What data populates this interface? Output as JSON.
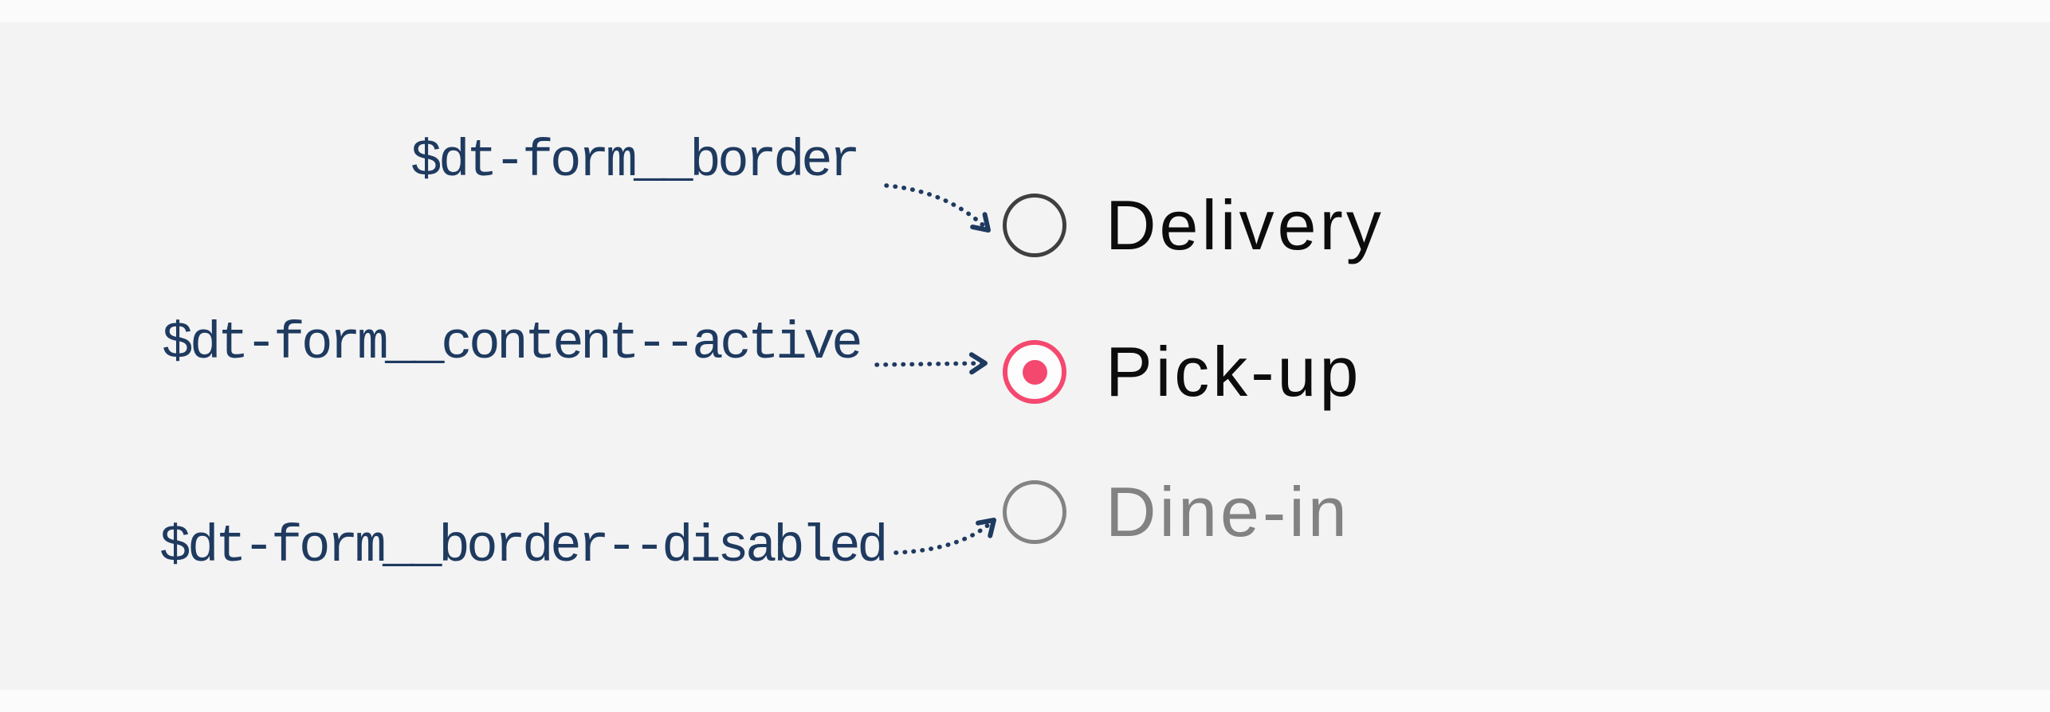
{
  "figure": {
    "background_color": "#f3f3f4",
    "page_color": "#fbfbfb",
    "annotation_color": "#1f3a5f",
    "rows": [
      {
        "token": "$dt-form__border",
        "label": "Delivery",
        "state": "default",
        "selected": false,
        "disabled": false
      },
      {
        "token": "$dt-form__content--active",
        "label": "Pick-up",
        "state": "active",
        "selected": true,
        "disabled": false
      },
      {
        "token": "$dt-form__border--disabled",
        "label": "Dine-in",
        "state": "disabled",
        "selected": false,
        "disabled": true
      }
    ],
    "colors": {
      "radio_border_default": "#3f3f3f",
      "radio_border_active": "#f5486f",
      "radio_dot_active": "#f5486f",
      "radio_fill_active": "#fdfdfd",
      "radio_border_disabled": "#838383",
      "label_default": "#0c0c0c",
      "label_disabled": "#828282",
      "arrow": "#1f3a5f"
    }
  }
}
